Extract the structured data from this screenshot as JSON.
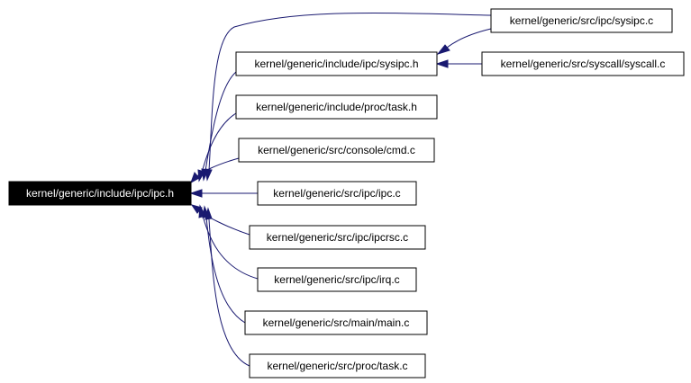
{
  "diagram": {
    "edge_color": "#191970",
    "root": {
      "id": "ipc_h",
      "label": "kernel/generic/include/ipc/ipc.h"
    },
    "nodes": [
      {
        "id": "sysipc_c",
        "label": "kernel/generic/src/ipc/sysipc.c"
      },
      {
        "id": "sysipc_h",
        "label": "kernel/generic/include/ipc/sysipc.h"
      },
      {
        "id": "syscall_c",
        "label": "kernel/generic/src/syscall/syscall.c"
      },
      {
        "id": "task_h",
        "label": "kernel/generic/include/proc/task.h"
      },
      {
        "id": "cmd_c",
        "label": "kernel/generic/src/console/cmd.c"
      },
      {
        "id": "ipc_c",
        "label": "kernel/generic/src/ipc/ipc.c"
      },
      {
        "id": "ipcrsc_c",
        "label": "kernel/generic/src/ipc/ipcrsc.c"
      },
      {
        "id": "irq_c",
        "label": "kernel/generic/src/ipc/irq.c"
      },
      {
        "id": "main_c",
        "label": "kernel/generic/src/main/main.c"
      },
      {
        "id": "task_c",
        "label": "kernel/generic/src/proc/task.c"
      }
    ],
    "edges": [
      {
        "from": "sysipc_c",
        "to": "ipc_h"
      },
      {
        "from": "sysipc_h",
        "to": "ipc_h"
      },
      {
        "from": "task_h",
        "to": "ipc_h"
      },
      {
        "from": "cmd_c",
        "to": "ipc_h"
      },
      {
        "from": "ipc_c",
        "to": "ipc_h"
      },
      {
        "from": "ipcrsc_c",
        "to": "ipc_h"
      },
      {
        "from": "irq_c",
        "to": "ipc_h"
      },
      {
        "from": "main_c",
        "to": "ipc_h"
      },
      {
        "from": "task_c",
        "to": "ipc_h"
      },
      {
        "from": "sysipc_c",
        "to": "sysipc_h"
      },
      {
        "from": "syscall_c",
        "to": "sysipc_h"
      }
    ]
  }
}
